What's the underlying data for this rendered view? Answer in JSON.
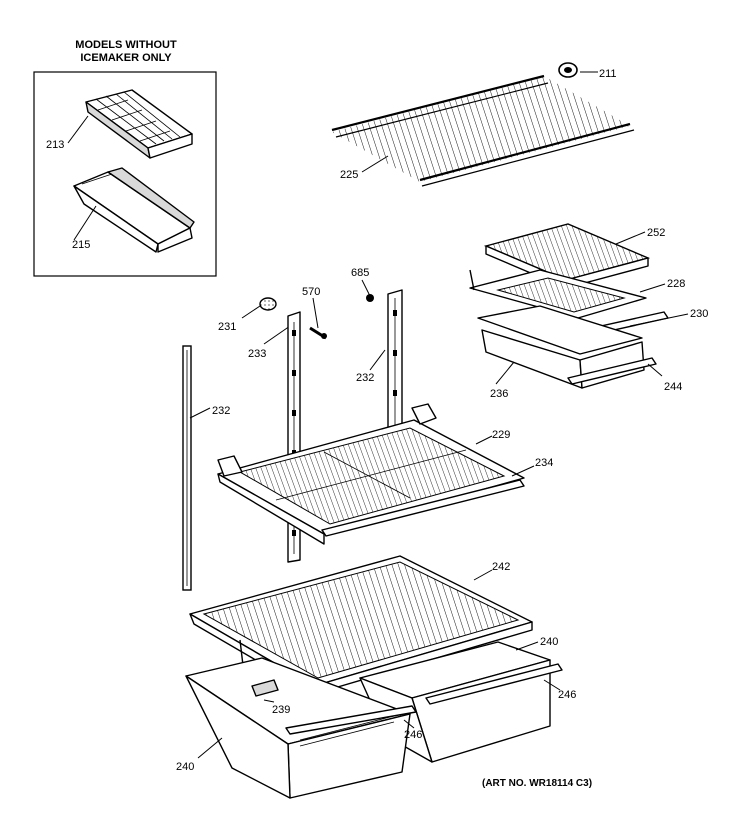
{
  "inset": {
    "heading_line1": "MODELS WITHOUT",
    "heading_line2": "ICEMAKER ONLY"
  },
  "parts": [
    {
      "id": "211",
      "label": "211"
    },
    {
      "id": "213",
      "label": "213"
    },
    {
      "id": "215",
      "label": "215"
    },
    {
      "id": "225",
      "label": "225"
    },
    {
      "id": "252",
      "label": "252"
    },
    {
      "id": "228",
      "label": "228"
    },
    {
      "id": "230",
      "label": "230"
    },
    {
      "id": "236",
      "label": "236"
    },
    {
      "id": "244",
      "label": "244"
    },
    {
      "id": "685",
      "label": "685"
    },
    {
      "id": "570",
      "label": "570"
    },
    {
      "id": "231",
      "label": "231"
    },
    {
      "id": "233",
      "label": "233"
    },
    {
      "id": "232a",
      "label": "232"
    },
    {
      "id": "232b",
      "label": "232"
    },
    {
      "id": "229",
      "label": "229"
    },
    {
      "id": "234",
      "label": "234"
    },
    {
      "id": "242",
      "label": "242"
    },
    {
      "id": "240a",
      "label": "240"
    },
    {
      "id": "246a",
      "label": "246"
    },
    {
      "id": "239",
      "label": "239"
    },
    {
      "id": "246b",
      "label": "246"
    },
    {
      "id": "240b",
      "label": "240"
    }
  ],
  "art_number": "(ART NO. WR18114 C3)"
}
